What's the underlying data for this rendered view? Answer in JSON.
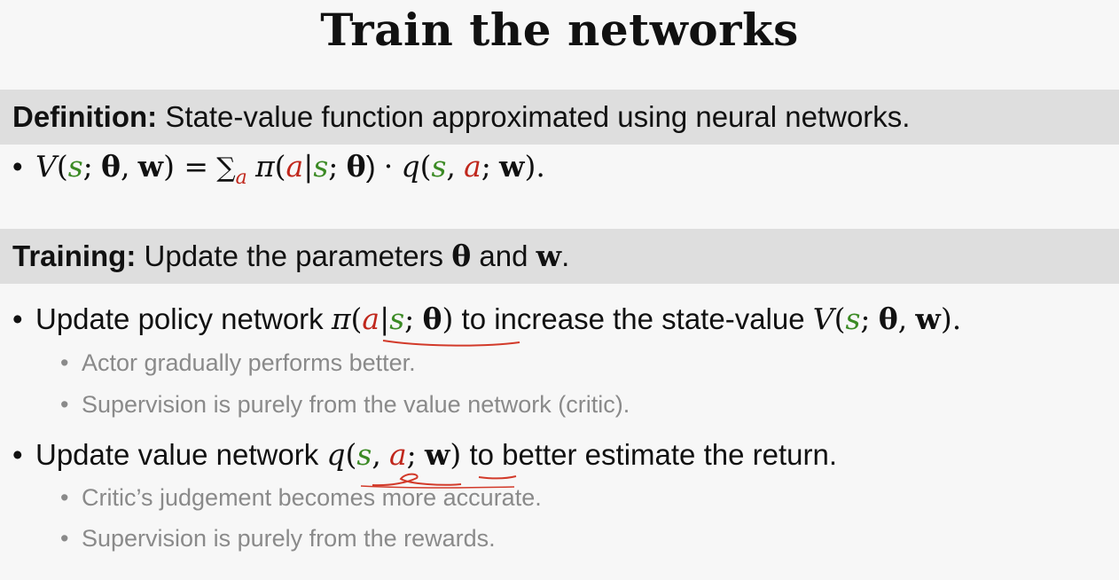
{
  "title": "Train the networks",
  "definition": {
    "head": "Definition:",
    "text": "State-value function approximated using neural networks."
  },
  "equation": {
    "V": "V",
    "open": "(",
    "s": "s",
    "sep1": ";",
    "theta": "θ",
    "comma": ",",
    "w": "w",
    "close_eq": ") =",
    "sum": "∑",
    "sum_sub": "a",
    "pi": "π",
    "a": "a",
    "bar": "|",
    "dot": "·",
    "q": "q",
    "end": ")."
  },
  "training": {
    "head": "Training:",
    "text": "Update the parameters",
    "theta": "θ",
    "and": "and",
    "w": "w",
    "period": "."
  },
  "bullet_policy": {
    "prefix": "Update policy network",
    "suffix": "to increase the state-value",
    "subs": [
      "Actor gradually performs better.",
      "Supervision is purely from the value network (critic)."
    ]
  },
  "bullet_value": {
    "prefix": "Update value network",
    "suffix": "to better estimate the return.",
    "subs": [
      "Critic’s judgement becomes more accurate.",
      "Supervision is purely from the rewards."
    ]
  },
  "bullet_glyph": "•",
  "colors": {
    "state": "#3b8a24",
    "action": "#c0271c",
    "band": "#dedede",
    "sub_text": "#8a8a8a"
  }
}
